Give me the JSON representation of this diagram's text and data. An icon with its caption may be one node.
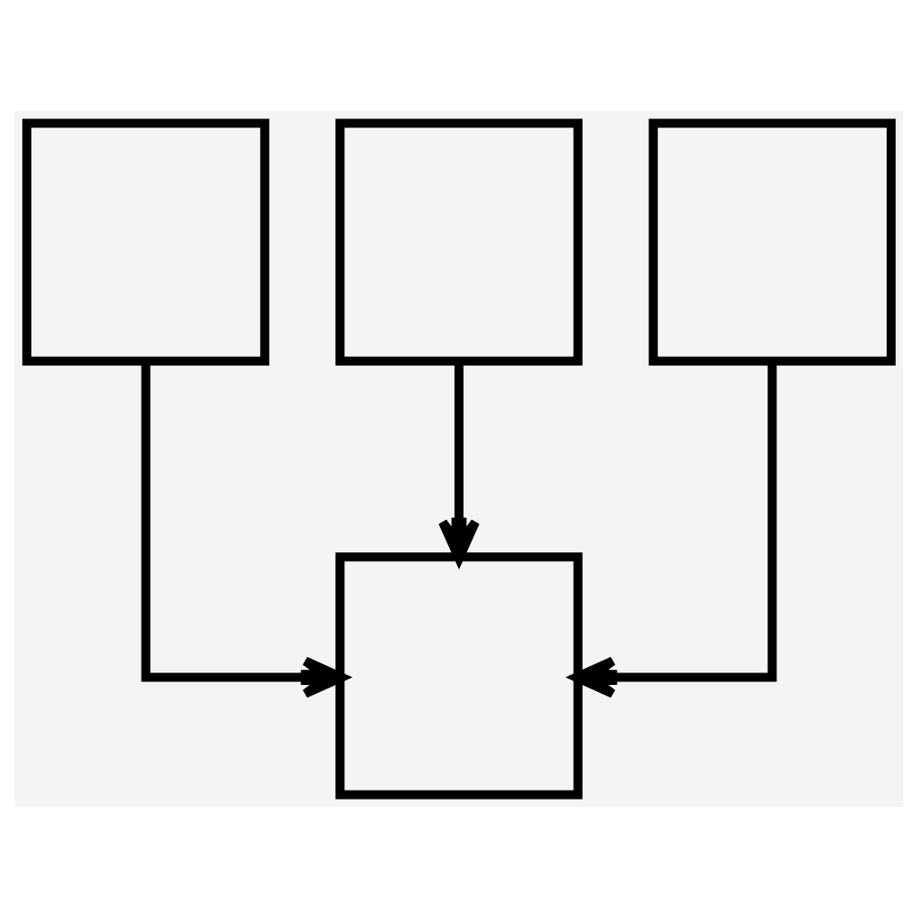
{
  "diagram": {
    "nodes": [
      {
        "text": [],
        "shape": "box"
      },
      {
        "text": [],
        "shape": "box"
      },
      {
        "text": [],
        "shape": "box"
      },
      {
        "text": [],
        "shape": "box"
      }
    ],
    "edges": [
      {
        "from": 0,
        "to": 3,
        "arrow": "to"
      },
      {
        "from": 1,
        "to": 3,
        "arrow": "to"
      },
      {
        "from": 2,
        "to": 3,
        "arrow": "to"
      }
    ]
  }
}
